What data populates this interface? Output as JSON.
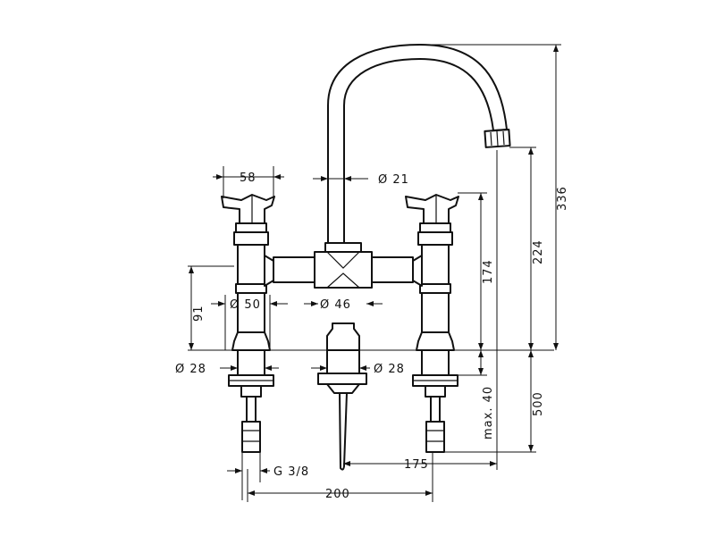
{
  "colors": {
    "line": "#111111",
    "background": "#ffffff"
  },
  "dimensions": {
    "handle_width": "58",
    "spout_diameter": "Ø 21",
    "spout_height": "336",
    "spout_outlet_height": "224",
    "handle_height": "174",
    "body_height": "91",
    "valve_diameter": "Ø 50",
    "waste_diameter": "Ø 46",
    "left_shank": "Ø 28",
    "right_shank": "Ø 28",
    "max_deck": "max. 40",
    "below_deck": "500",
    "connection": "G 3/8",
    "reach": "175",
    "spread": "200"
  }
}
